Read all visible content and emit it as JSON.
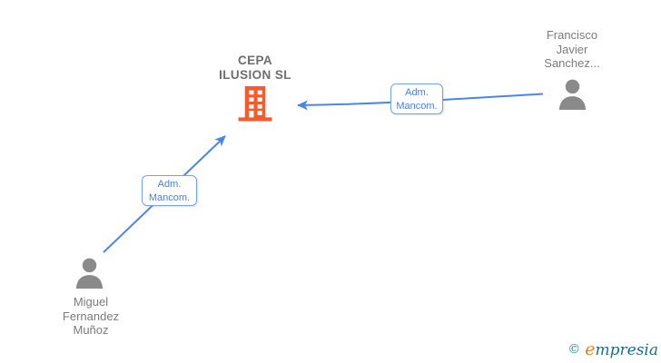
{
  "diagram": {
    "company": {
      "name": "CEPA ILUSION SL",
      "name_lines": [
        "CEPA",
        "ILUSION SL"
      ]
    },
    "people": [
      {
        "name": "Francisco Javier Sanchez...",
        "name_lines": [
          "Francisco",
          "Javier",
          "Sanchez..."
        ]
      },
      {
        "name": "Miguel Fernandez Muñoz",
        "name_lines": [
          "Miguel",
          "Fernandez",
          "Muñoz"
        ]
      }
    ],
    "edges": [
      {
        "from": "Francisco Javier Sanchez...",
        "to": "CEPA ILUSION SL",
        "label": "Adm. Mancom.",
        "label_lines": [
          "Adm.",
          "Mancom."
        ]
      },
      {
        "from": "Miguel Fernandez Muñoz",
        "to": "CEPA ILUSION SL",
        "label": "Adm. Mancom.",
        "label_lines": [
          "Adm.",
          "Mancom."
        ]
      }
    ]
  },
  "logo": {
    "copyright": "©",
    "brand_initial": "e",
    "brand_rest": "mpresia"
  },
  "colors": {
    "accent-blue": "#4a86e8",
    "label-border": "#74a1ec",
    "label-text": "#4a7fe0",
    "building-orange": "#fa5a2b",
    "person-gray": "#8a8a8a",
    "text-gray": "#7b7b7b",
    "title-gray": "#6e6e6e",
    "logo-teal": "#2e8ea9",
    "logo-orange": "#ed7d20",
    "logo-dark-teal": "#1d6e8e"
  }
}
